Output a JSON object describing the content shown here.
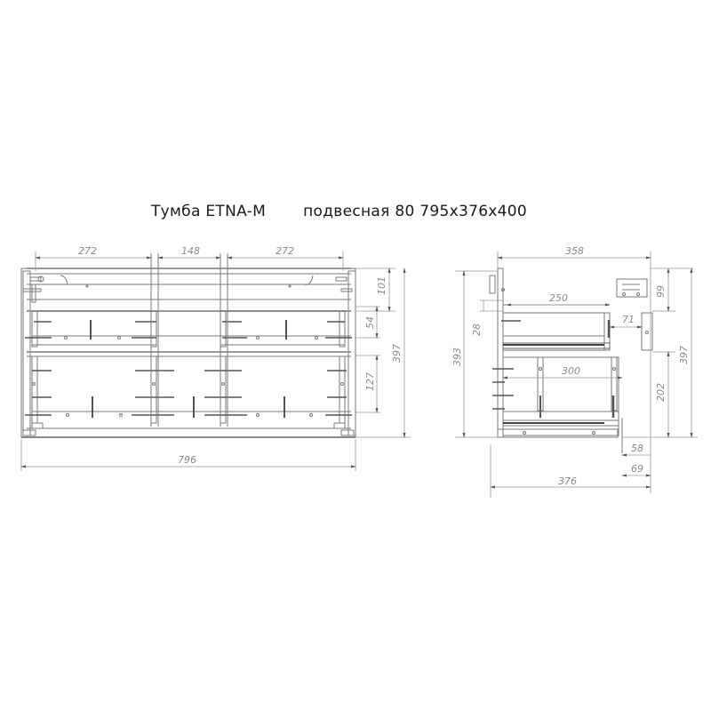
{
  "title": {
    "product": "Тумба ETNA-M",
    "description": "подвесная 80 795x376x400"
  },
  "front_view": {
    "dimensions": {
      "top_left_width": "272",
      "top_center_width": "148",
      "top_right_width": "272",
      "overall_width": "796",
      "top_panel_height": "101",
      "upper_drawer_height": "54",
      "lower_drawer_height": "127",
      "overall_height": "397"
    }
  },
  "side_view": {
    "dimensions": {
      "depth_top": "358",
      "upper_drawer_depth": "250",
      "lower_drawer_depth": "300",
      "offset_left": "28",
      "inner_height": "393",
      "bracket_gap": "71",
      "top_height": "99",
      "lower_height": "202",
      "overall_height": "397",
      "front_offset_a": "58",
      "front_offset_b": "69",
      "overall_depth": "376"
    }
  },
  "colors": {
    "line": "#6e6e6e",
    "dim_line": "#9a9a9a",
    "text": "#8a8a8a",
    "hardware": "#555555"
  }
}
